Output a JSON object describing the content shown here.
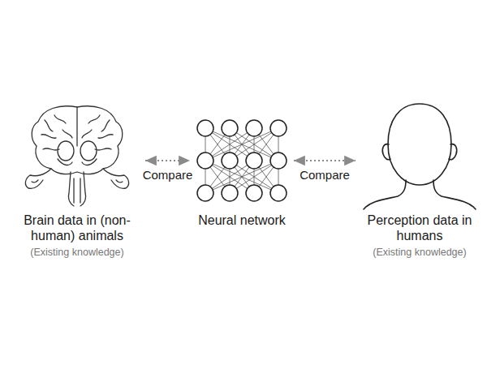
{
  "diagram": {
    "nodes": [
      {
        "text": [
          "Brain data in (non-human) animals",
          "(Existing knowledge)"
        ]
      },
      {
        "text": [
          "Neural network"
        ]
      },
      {
        "text": [
          "Perception data in humans",
          "(Existing knowledge)"
        ]
      }
    ],
    "edges": [
      {
        "from": 0,
        "to": 1,
        "label": "Compare",
        "arrow": "both"
      },
      {
        "from": 1,
        "to": 2,
        "label": "Compare",
        "arrow": "both"
      }
    ]
  }
}
